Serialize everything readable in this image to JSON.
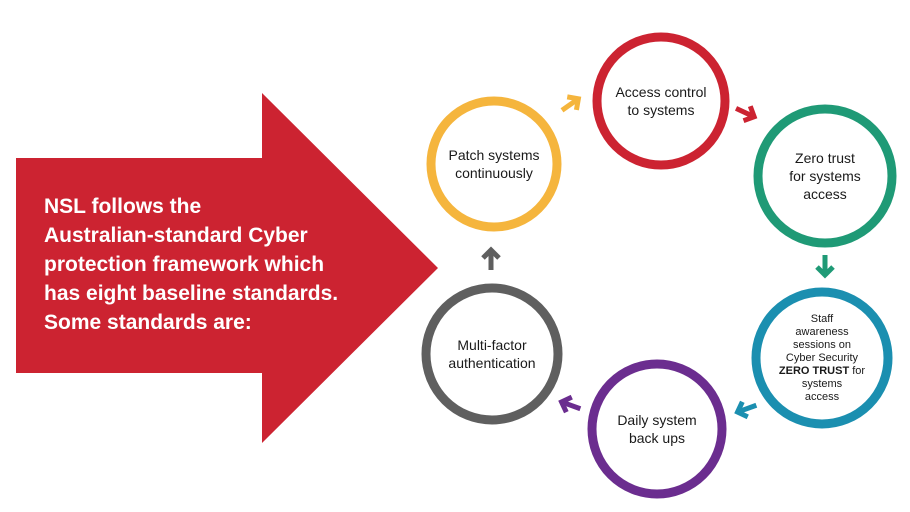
{
  "intro": {
    "lines": [
      "NSL follows the",
      "Australian-standard Cyber",
      "protection framework which",
      "has eight baseline standards.",
      "Some standards are:"
    ],
    "color": "#cc2331"
  },
  "steps": [
    {
      "id": "access-control",
      "lines": [
        "Access control",
        "to systems"
      ],
      "color": "#cc2331"
    },
    {
      "id": "zero-trust",
      "lines": [
        "Zero trust",
        "for systems",
        "access"
      ],
      "color": "#1f9a76"
    },
    {
      "id": "staff-awareness",
      "lines": [
        "Staff",
        "awareness",
        "sessions on",
        "Cyber Security"
      ],
      "emphasis": "ZERO TRUST",
      "emphasis_suffix": " for",
      "tail_lines": [
        "systems",
        "access"
      ],
      "color": "#1b8fb0"
    },
    {
      "id": "daily-backups",
      "lines": [
        "Daily system",
        "back ups"
      ],
      "color": "#6b2d8f"
    },
    {
      "id": "mfa",
      "lines": [
        "Multi-factor",
        "authentication"
      ],
      "color": "#5f5f5f"
    },
    {
      "id": "patch-systems",
      "lines": [
        "Patch systems",
        "continuously"
      ],
      "color": "#f5b53d"
    }
  ]
}
